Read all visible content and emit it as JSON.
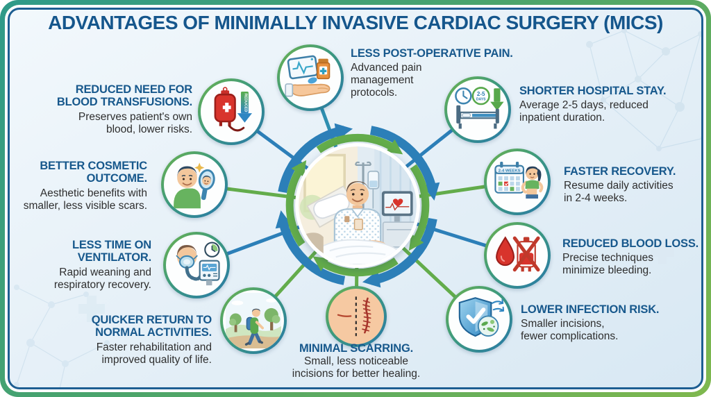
{
  "title": "ADVANTAGES OF MINIMALLY INVASIVE CARDIAC SURGERY (MICS)",
  "colors": {
    "frame_green": "#7fb84e",
    "frame_teal": "#2f9a89",
    "panel_border_blue": "#1d5e92",
    "heading_blue": "#17588c",
    "body_text": "#2e2e2e",
    "accent_blue": "#2c7fb8",
    "accent_green": "#63ac4b",
    "blood_red": "#d8342c"
  },
  "items": [
    {
      "id": "post-operative-pain",
      "icon": "hand-with-tablet-and-medication-icon",
      "heading": "LESS POST-OPERATIVE PAIN.",
      "sub_lines": [
        "Advanced pain",
        "management",
        "protocols."
      ]
    },
    {
      "id": "blood-transfusions",
      "icon": "blood-bag-reduced-arrow-icon",
      "heading_lines": [
        "REDUCED NEED FOR",
        "BLOOD TRANSFUSIONS."
      ],
      "sub_lines": [
        "Preserves patient's own",
        "blood, lower risks."
      ],
      "icon_text": "REDUCED"
    },
    {
      "id": "hospital-stay",
      "icon": "clock-bed-days-icon",
      "heading": "SHORTER HOSPITAL STAY.",
      "sub_lines": [
        "Average 2-5 days, reduced",
        "inpatient duration."
      ],
      "icon_days_value": "2-5",
      "icon_days_unit": "DAYS"
    },
    {
      "id": "cosmetic-outcome",
      "icon": "man-with-mirror-icon",
      "heading_lines": [
        "BETTER COSMETIC",
        "OUTCOME."
      ],
      "sub_lines": [
        "Aesthetic benefits with",
        "smaller, less visible scars."
      ]
    },
    {
      "id": "faster-recovery",
      "icon": "calendar-weeks-woman-icon",
      "heading": "FASTER RECOVERY.",
      "sub_lines": [
        "Resume daily activities",
        "in 2-4 weeks."
      ],
      "icon_text": "2-4 WEEKS"
    },
    {
      "id": "ventilator",
      "icon": "oxygen-mask-ventilator-clock-icon",
      "heading_lines": [
        "LESS TIME ON",
        "VENTILATOR."
      ],
      "sub_lines": [
        "Rapid weaning and",
        "respiratory recovery."
      ]
    },
    {
      "id": "blood-loss",
      "icon": "blood-drop-crossed-bag-icon",
      "heading": "REDUCED BLOOD LOSS.",
      "sub_lines": [
        "Precise techniques",
        "minimize bleeding."
      ]
    },
    {
      "id": "normal-activities",
      "icon": "hiker-outdoors-icon",
      "heading_lines": [
        "QUICKER RETURN TO",
        "NORMAL ACTIVITIES."
      ],
      "sub_lines": [
        "Faster rehabilitation and",
        "improved quality of life."
      ]
    },
    {
      "id": "minimal-scarring",
      "icon": "scar-comparison-icon",
      "heading": "MINIMAL SCARRING.",
      "sub_lines": [
        "Small, less noticeable",
        "incisions for better healing."
      ]
    },
    {
      "id": "infection-risk",
      "icon": "shield-check-microbes-icon",
      "heading": "LOWER INFECTION RISK.",
      "sub_lines": [
        "Smaller incisions,",
        "fewer complications."
      ]
    }
  ]
}
